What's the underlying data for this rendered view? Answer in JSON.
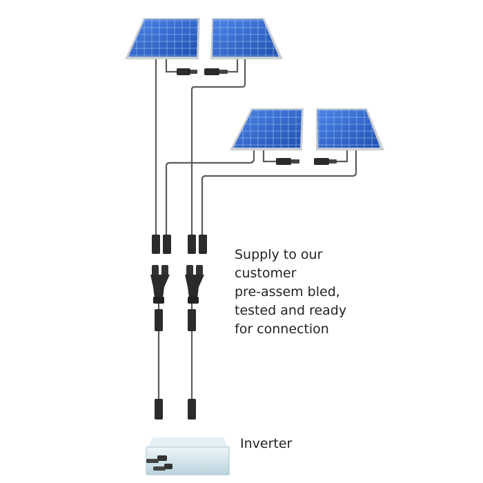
{
  "caption": {
    "lines": [
      "Supply to our",
      "customer",
      "pre-assem bled,",
      "tested and ready",
      "for connection"
    ]
  },
  "inverter": {
    "label": "Inverter"
  },
  "colors": {
    "panel_blue": "#2f62c8",
    "panel_frame": "#c9ced4",
    "cable": "#5a5a5a",
    "connector": "#2b2b2b",
    "inverter_body": "#cfe3ea"
  },
  "icons": [
    "solar-panel-icon",
    "mc4-connector-icon",
    "branch-connector-icon",
    "inverter-icon"
  ]
}
